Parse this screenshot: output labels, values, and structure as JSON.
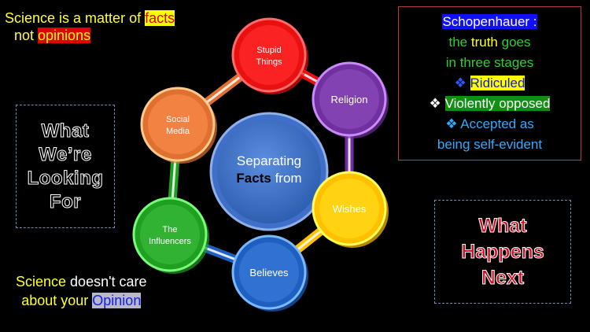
{
  "top_left": {
    "part1": "Science is a matter of ",
    "facts": "facts",
    "part2": "not ",
    "opinions": "opinions"
  },
  "bottom_left": {
    "science": "Science",
    "part1": " doesn't care",
    "part2": "about your ",
    "opinion": "Opinion"
  },
  "box_looking": {
    "text": "What\nWe’re\nLooking\nFor"
  },
  "box_next": {
    "text": "What\nHappens\nNext"
  },
  "schopenhauer": {
    "title": "Schopenhauer :",
    "line1a": "the ",
    "line1b": "truth",
    "line1c": " goes",
    "line2": "in three stages",
    "bullet": "❖",
    "stage1": "Ridiculed",
    "stage2": "Violently opposed",
    "stage3a": "Accepted as",
    "stage3b": "being self-evident"
  },
  "diagram": {
    "center": {
      "line1": "Separating",
      "line2a": "Facts",
      "line2b": " from"
    },
    "nodes": [
      {
        "id": "stupid-things",
        "line1": "Stupid",
        "line2": "Things",
        "color": "#e81010"
      },
      {
        "id": "religion",
        "line1": "Religion",
        "line2": "",
        "color": "#7030a0"
      },
      {
        "id": "wishes",
        "line1": "Wishes",
        "line2": "",
        "color": "#ffc000"
      },
      {
        "id": "believes",
        "line1": "Believes",
        "line2": "",
        "color": "#1f5fc0"
      },
      {
        "id": "influencers",
        "line1": "The",
        "line2": "Influencers",
        "color": "#20a020"
      },
      {
        "id": "social-media",
        "line1": "Social",
        "line2": "Media",
        "color": "#e07030"
      }
    ]
  }
}
